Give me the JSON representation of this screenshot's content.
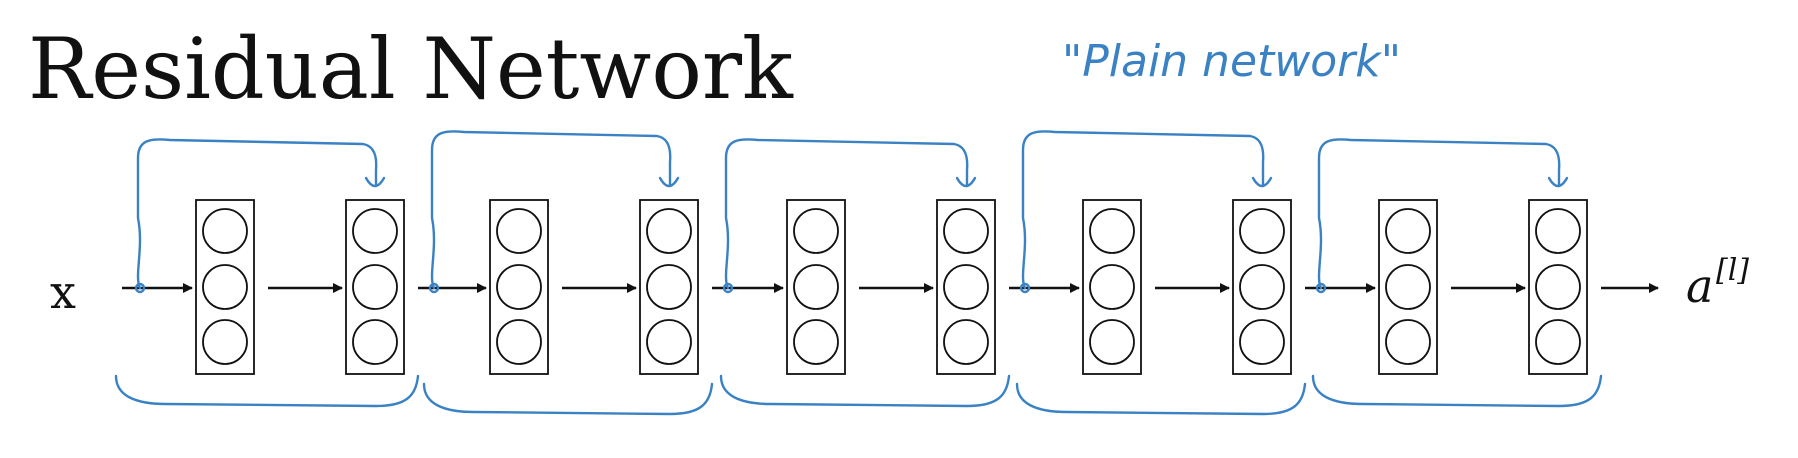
{
  "slide": {
    "title": "Residual Network",
    "annotation": "\"Plain network\"",
    "input_label": "x",
    "output_label": "a",
    "output_superscript": "[l]"
  },
  "network": {
    "residual_blocks": 5,
    "layers_per_block": 2,
    "neurons_per_layer": 3
  },
  "colors": {
    "ink": "#111111",
    "handwriting": "#3a82c4"
  }
}
